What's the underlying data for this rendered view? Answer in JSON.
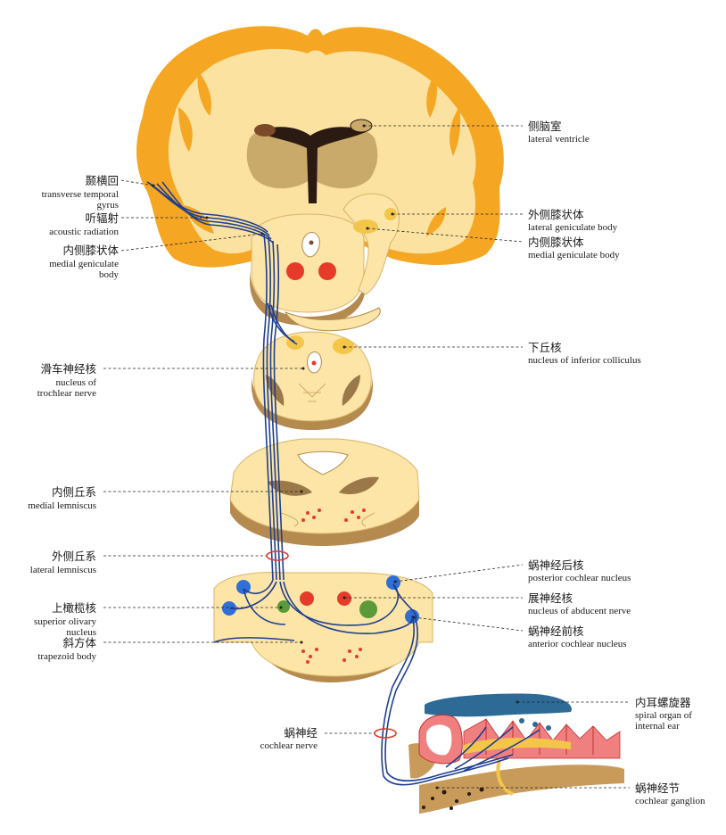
{
  "colors": {
    "cortex": "#f5a623",
    "white_matter": "#fbe2a0",
    "section_face": "#fce5a6",
    "section_side": "#b58a4e",
    "nerve": "#1f3f8f",
    "nucleus_red": "#e53b2a",
    "nucleus_blue": "#2f6fd6",
    "nucleus_green": "#5a9a3a",
    "ventricle": "#2a1a12",
    "organ_blue": "#2e6a96",
    "organ_pink": "#f08080"
  },
  "labels": {
    "transverse_temporal_gyrus": {
      "zh": "颞横回",
      "en1": "transverse temporal",
      "en2": "gyrus"
    },
    "acoustic_radiation": {
      "zh": "听辐射",
      "en1": "acoustic radiation"
    },
    "medial_geniculate_left": {
      "zh": "内侧膝状体",
      "en1": "medial geniculate",
      "en2": "body"
    },
    "lateral_ventricle": {
      "zh": "侧脑室",
      "en1": "lateral ventricle"
    },
    "lateral_geniculate": {
      "zh": "外侧膝状体",
      "en1": "lateral geniculate body"
    },
    "medial_geniculate_right": {
      "zh": "内侧膝状体",
      "en1": "medial geniculate body"
    },
    "inferior_colliculus": {
      "zh": "下丘核",
      "en1": "nucleus of inferior colliculus"
    },
    "trochlear": {
      "zh": "滑车神经核",
      "en1": "nucleus of",
      "en2": "trochlear nerve"
    },
    "medial_lemniscus": {
      "zh": "内侧丘系",
      "en1": "medial lemniscus"
    },
    "lateral_lemniscus": {
      "zh": "外侧丘系",
      "en1": "lateral lemniscus"
    },
    "posterior_cochlear": {
      "zh": "蜗神经后核",
      "en1": "posterior cochlear nucleus"
    },
    "abducent": {
      "zh": "展神经核",
      "en1": "nucleus of abducent nerve"
    },
    "superior_olivary": {
      "zh": "上橄榄核",
      "en1": "superior olivary",
      "en2": "nucleus"
    },
    "anterior_cochlear": {
      "zh": "蜗神经前核",
      "en1": "anterior cochlear nucleus"
    },
    "trapezoid": {
      "zh": "斜方体",
      "en1": "trapezoid body"
    },
    "spiral_organ": {
      "zh": "内耳螺旋器",
      "en1": "spiral organ of",
      "en2": "internal ear"
    },
    "cochlear_nerve": {
      "zh": "蜗神经",
      "en1": "cochlear nerve"
    },
    "cochlear_ganglion": {
      "zh": "蜗神经节",
      "en1": "cochlear ganglion"
    }
  }
}
